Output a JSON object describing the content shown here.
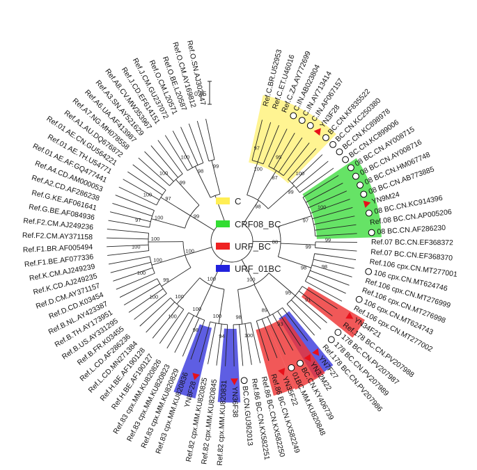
{
  "tree": {
    "scale_label": "0.05",
    "legend": [
      {
        "label": "C",
        "color": "#ffee55"
      },
      {
        "label": "CRF08_BC",
        "color": "#33dd33"
      },
      {
        "label": "URF_BC",
        "color": "#ee2222"
      },
      {
        "label": "URF_01BC",
        "color": "#2222dd"
      }
    ],
    "highlight_colors": {
      "C": "#fff27a",
      "CRF08_BC": "#44dd44",
      "URF_BC": "#ee3333",
      "URF_01BC": "#3b3bdd"
    },
    "marker_colors": {
      "triangle": "#e8101a",
      "circle": "#000000"
    },
    "leaves": [
      {
        "label": "Ref.C.BR.U52953",
        "marker": ""
      },
      {
        "label": "Ref.C.ET.U46016",
        "marker": ""
      },
      {
        "label": "Ref.C.ZA.AY772699",
        "marker": ""
      },
      {
        "label": "C.IN.AB023804",
        "marker": "circle"
      },
      {
        "label": "C.IN.AY713414",
        "marker": "circle"
      },
      {
        "label": "C.IN.AF067157",
        "marker": "circle"
      },
      {
        "label": "YN3F28",
        "marker": "triangle"
      },
      {
        "label": "BC.CN.KF835522",
        "marker": "circle"
      },
      {
        "label": "BC.CN.KC250380",
        "marker": "circle"
      },
      {
        "label": "BC.CN.KC898978",
        "marker": "circle"
      },
      {
        "label": "BC.CN.KC899006",
        "marker": "circle"
      },
      {
        "label": "08 BC.CN.AY008715",
        "marker": "circle"
      },
      {
        "label": "08 BC.CN.AY008716",
        "marker": "circle"
      },
      {
        "label": "08 BC.CN.HM067748",
        "marker": "circle"
      },
      {
        "label": "08 BC.CN.AB773885",
        "marker": "circle"
      },
      {
        "label": "YN9M24",
        "marker": "triangle"
      },
      {
        "label": "08 BC.CN.KC914396",
        "marker": "circle"
      },
      {
        "label": "Ref.08 BC.CN.AP005206",
        "marker": ""
      },
      {
        "label": "08 BC.CN.AF286230",
        "marker": "circle"
      },
      {
        "label": "Ref.07 BC.CN.EF368372",
        "marker": ""
      },
      {
        "label": "Ref.07 BC.CN.EF368370",
        "marker": ""
      },
      {
        "label": "Ref.106 cpx.CN.MT277001",
        "marker": ""
      },
      {
        "label": "106 cpx.CN.MT624746",
        "marker": "circle"
      },
      {
        "label": "Ref.106 cpx.CN.MT276999",
        "marker": ""
      },
      {
        "label": "Ref.106 cpx.CN.MT276998",
        "marker": ""
      },
      {
        "label": "106 cpx.CN.MT624743",
        "marker": "circle"
      },
      {
        "label": "Ref.106 cpx.CN.MT277002",
        "marker": ""
      },
      {
        "label": "YN34F21",
        "marker": "triangle"
      },
      {
        "label": "Ref.178 BC.CN.PV207988",
        "marker": ""
      },
      {
        "label": "178 BC.CN.PV207987",
        "marker": "circle"
      },
      {
        "label": "178 BC.CN.PV207989",
        "marker": "circle"
      },
      {
        "label": "Ref.178 BC.CN.PV207986",
        "marker": ""
      },
      {
        "label": "YN7F27",
        "marker": "triangle"
      },
      {
        "label": "YN32M22",
        "marker": "triangle"
      },
      {
        "label": "BC.CN.KY406739",
        "marker": "circle"
      },
      {
        "label": "01BC.MM.KU820848",
        "marker": "circle"
      },
      {
        "label": "YN35F22",
        "marker": "triangle"
      },
      {
        "label": "Ref.86 BC.CN.KX582249",
        "marker": ""
      },
      {
        "label": "Ref.86 BC.CN.KX582250",
        "marker": ""
      },
      {
        "label": "Ref.86 BC.CN.KX582251",
        "marker": ""
      },
      {
        "label": "BC.CN.GU362013",
        "marker": "circle"
      },
      {
        "label": "YN36F38",
        "marker": "triangle"
      },
      {
        "label": "Ref.82 cpx.MM.KU820831",
        "marker": ""
      },
      {
        "label": "Ref.82 cpx.MM.KU820845",
        "marker": ""
      },
      {
        "label": "Ref.82 cpx.MM.KU820825",
        "marker": ""
      },
      {
        "label": "YN8F28",
        "marker": "triangle"
      },
      {
        "label": "Ref.83 cpx.MM.KU820836",
        "marker": ""
      },
      {
        "label": "Ref.83 cpx.MM.KU820829",
        "marker": ""
      },
      {
        "label": "Ref.83 cpx.MM.KU820823",
        "marker": ""
      },
      {
        "label": "Ref.83 cpx.MM.KU820826",
        "marker": ""
      },
      {
        "label": "Ref.H.BE.AF190127",
        "marker": ""
      },
      {
        "label": "Ref.H.BE.AF190128",
        "marker": ""
      },
      {
        "label": "Ref.L.CD.MN271384",
        "marker": ""
      },
      {
        "label": "Ref.L.CD.AF286236",
        "marker": ""
      },
      {
        "label": "Ref.B.FR.K03455",
        "marker": ""
      },
      {
        "label": "Ref.B.US.AY331295",
        "marker": ""
      },
      {
        "label": "Ref.B.TH.AY173951",
        "marker": ""
      },
      {
        "label": "Ref.B.NL.AY423387",
        "marker": ""
      },
      {
        "label": "Ref.D.CD.K03454",
        "marker": ""
      },
      {
        "label": "Ref.D.CM.AY371157",
        "marker": ""
      },
      {
        "label": "Ref.K.CD.AJ249235",
        "marker": ""
      },
      {
        "label": "Ref.K.CM.AJ249239",
        "marker": ""
      },
      {
        "label": "Ref.F1.BE.AF077336",
        "marker": ""
      },
      {
        "label": "Ref.F1.BR.AF005494",
        "marker": ""
      },
      {
        "label": "Ref.F2.CM.AY371158",
        "marker": ""
      },
      {
        "label": "Ref.F2.CM.AJ249236",
        "marker": ""
      },
      {
        "label": "Ref.G.BE.AF084936",
        "marker": ""
      },
      {
        "label": "Ref.G.KE.AF061641",
        "marker": ""
      },
      {
        "label": "Ref.A2.CD.AF286238",
        "marker": ""
      },
      {
        "label": "Ref.A4.CD.AM000053",
        "marker": ""
      },
      {
        "label": "Ref.01 AE.AF.GQ477441",
        "marker": ""
      },
      {
        "label": "Ref.01 AE.TH.U54771",
        "marker": ""
      },
      {
        "label": "Ref.01 AE.CN.GU564221",
        "marker": ""
      },
      {
        "label": "Ref.A1.AU.DQ676872",
        "marker": ""
      },
      {
        "label": "Ref.A7.NG.MH078558",
        "marker": ""
      },
      {
        "label": "Ref.A6.UA.AF413987",
        "marker": ""
      },
      {
        "label": "Ref.A3.SN.AY521629",
        "marker": ""
      },
      {
        "label": "Ref.A8.CV.MW353967",
        "marker": ""
      },
      {
        "label": "Ref.J.CD.EF614151",
        "marker": ""
      },
      {
        "label": "Ref.J.CM.GU237072",
        "marker": ""
      },
      {
        "label": "Ref.O.CM.L20571",
        "marker": ""
      },
      {
        "label": "Ref.O.BE.L20587",
        "marker": ""
      },
      {
        "label": "Ref.O.CM.AY169812",
        "marker": ""
      },
      {
        "label": "Ref.O.SN.AJ302647",
        "marker": ""
      }
    ],
    "bootstrap_values": [
      "100",
      "97",
      "87",
      "95",
      "99",
      "100",
      "98",
      "97",
      "100",
      "99",
      "99",
      "98",
      "98",
      "88",
      "95",
      "91",
      "89",
      "93",
      "98",
      "100",
      "100",
      "100",
      "94",
      "100",
      "98",
      "100",
      "100",
      "100",
      "99",
      "100",
      "100",
      "100",
      "100",
      "100",
      "100",
      "100",
      "97",
      "97",
      "100",
      "99",
      "100",
      "99",
      "98",
      "100",
      "99"
    ]
  }
}
